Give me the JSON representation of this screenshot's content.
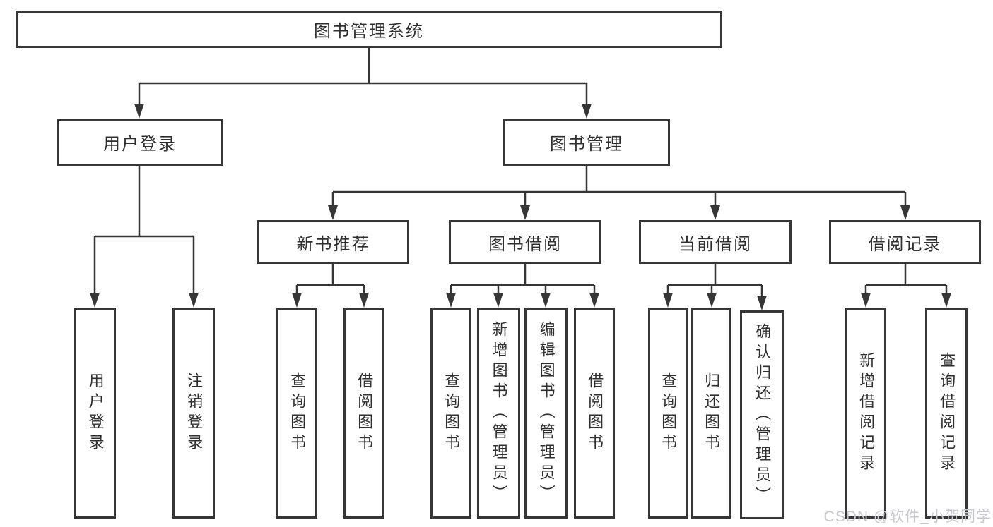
{
  "colors": {
    "line": "#363636",
    "text": "#2f2f2f",
    "background": "#ffffff"
  },
  "nodes": {
    "root": "图书管理系统",
    "user_login": "用户登录",
    "book_mgmt": "图书管理",
    "new_book_rec": "新书推荐",
    "book_borrow": "图书借阅",
    "current_borrow": "当前借阅",
    "borrow_records": "借阅记录",
    "leaf_user_login": "用户登录",
    "leaf_logout": "注销登录",
    "leaf_nbr_query_books": "查询图书",
    "leaf_nbr_borrow_books": "借阅图书",
    "leaf_bb_query_books": "查询图书",
    "leaf_bb_add_books": "新增图书（管理员）",
    "leaf_bb_edit_books": "编辑图书（管理员）",
    "leaf_bb_borrow_books": "借阅图书",
    "leaf_cb_query_books": "查询图书",
    "leaf_cb_return_books": "归还图书",
    "leaf_cb_confirm_return": "确认归还（管理员）",
    "leaf_br_add_record": "新增借阅记录",
    "leaf_br_query_record": "查询借阅记录"
  },
  "watermark": {
    "text": "CSDN @软件_小贺同学",
    "color": "#c7c8d2"
  }
}
